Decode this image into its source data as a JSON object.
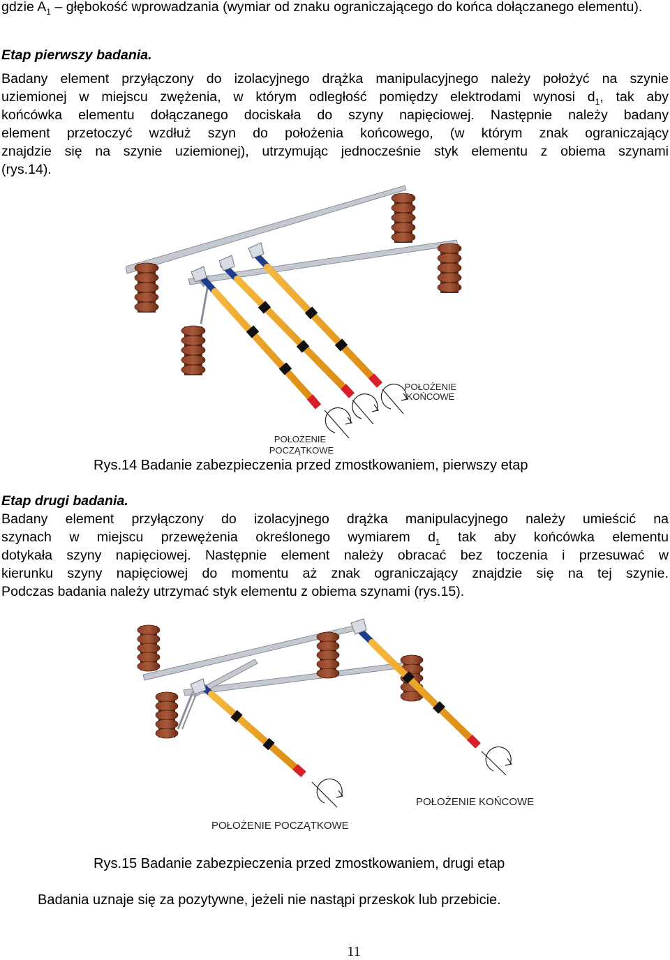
{
  "intro": {
    "prefix": "gdzie A",
    "sub": "1",
    "rest": " – głębokość wprowadzania (wymiar od znaku ograniczającego do końca dołączanego elementu)."
  },
  "stage1": {
    "heading": "Etap pierwszy badania.",
    "line1": "Badany element przyłączony do izolacyjnego drążka manipulacyjnego należy położyć na szynie",
    "line2_pre": "uziemionej w miejscu zwężenia, w którym odległość pomiędzy elektrodami wynosi d",
    "line2_sub": "1",
    "line2_post": ", tak aby",
    "line3": "końcówka elementu dołączanego dociskała do szyny napięciowej. Następnie należy badany",
    "line4": "element przetoczyć wzdłuż szyn do położenia końcowego, (w którym znak ograniczający",
    "line5": "znajdzie się na szynie uziemionej), utrzymując jednocześnie styk elementu z obiema szynami",
    "line6": "(rys.14)."
  },
  "figure14": {
    "label_end_1": "POŁOŻENIE",
    "label_end_2": "KOŃCOWE",
    "label_start_1": "POŁOŻENIE",
    "label_start_2": "POCZĄTKOWE",
    "caption": "Rys.14  Badanie zabezpieczenia przed zmostkowaniem, pierwszy etap"
  },
  "stage2": {
    "heading": "Etap drugi badania.",
    "line1": "Badany element przyłączony do izolacyjnego drążka manipulacyjnego należy umieścić na",
    "line2_pre": "szynach w miejscu przewężenia określonego wymiarem d",
    "line2_sub": "1",
    "line2_post": " tak aby końcówka elementu",
    "line3": "dotykała szyny napięciowej. Następnie element należy obracać bez toczenia i przesuwać w",
    "line4": "kierunku szyny napięciowej do momentu aż znak ograniczający znajdzie się na tej szynie.",
    "line5": "Podczas badania należy utrzymać styk elementu z obiema szynami (rys.15)."
  },
  "figure15": {
    "label_end": "POŁOŻENIE KOŃCOWE",
    "label_start": "POŁOŻENIE POCZĄTKOWE",
    "caption": "Rys.15  Badanie zabezpieczenia przed zmostkowaniem, drugi etap"
  },
  "conclusion": "Badania uznaje się za pozytywne, jeżeli nie nastąpi przeskok lub przebicie.",
  "page_number": "11",
  "colors": {
    "insulator": "#7a3a22",
    "insulator_light": "#a65a3a",
    "rod": "#f0a020",
    "rod_band": "#111111",
    "rod_tip": "#d81e2a",
    "head_blue": "#1f3d8c",
    "rail": "#b8bcc6"
  }
}
